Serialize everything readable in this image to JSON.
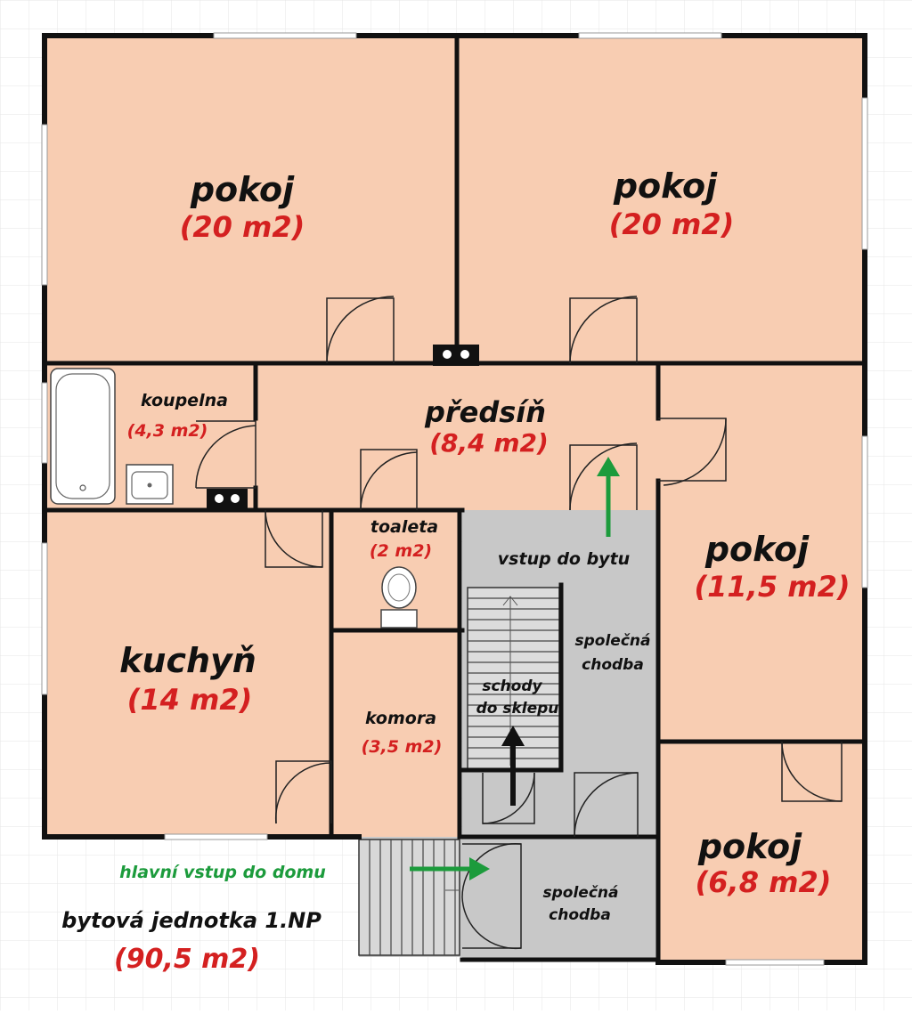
{
  "colors": {
    "room_fill": "#f8cdb2",
    "corridor_fill": "#c8c8c8",
    "wall": "#111111",
    "label": "#111111",
    "area": "#d42020",
    "entrance_arrow": "#1c9b3c",
    "entrance_text": "#1c9b3c",
    "grid": "#e4e4e4"
  },
  "rooms": {
    "room_top_left": {
      "label": "pokoj",
      "area": "(20 m2)"
    },
    "room_top_right": {
      "label": "pokoj",
      "area": "(20 m2)"
    },
    "bathroom": {
      "label": "koupelna",
      "area": "(4,3 m2)"
    },
    "hall": {
      "label": "předsíň",
      "area": "(8,4 m2)"
    },
    "room_right_mid": {
      "label": "pokoj",
      "area": "(11,5 m2)"
    },
    "toilet": {
      "label": "toaleta",
      "area": "(2 m2)"
    },
    "kitchen": {
      "label": "kuchyň",
      "area": "(14 m2)"
    },
    "pantry": {
      "label": "komora",
      "area": "(3,5 m2)"
    },
    "room_bottom_right": {
      "label": "pokoj",
      "area": "(6,8 m2)"
    }
  },
  "corridors": {
    "apartment_entry": "vstup do bytu",
    "common_corridor_upper": [
      "společná",
      "chodba"
    ],
    "stairs_down": [
      "schody",
      "do sklepu"
    ],
    "common_corridor_lower": [
      "společná",
      "chodba"
    ]
  },
  "legend": {
    "main_entrance": "hlavní vstup do domu",
    "unit_title": "bytová jednotka 1.NP",
    "unit_area": "(90,5 m2)"
  },
  "icons": [
    "bathtub-icon",
    "sink-icon",
    "toilet-icon",
    "stove-icon",
    "entrance-arrow-icon",
    "stairs-arrow-icon"
  ]
}
